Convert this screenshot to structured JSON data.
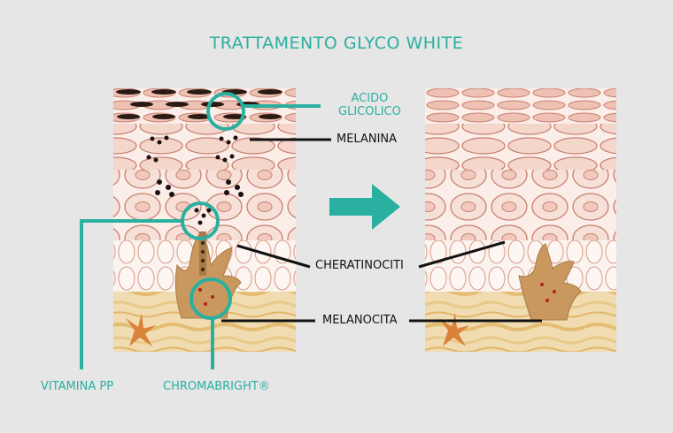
{
  "title": "TRATTAMENTO GLYCO WHITE",
  "labels": {
    "acido_line1": "ACIDO",
    "acido_line2": "GLICOLICO",
    "melanina": "MELANINA",
    "cheratinociti": "CHERATINOCITI",
    "melanocita": "MELANOCITA",
    "vitamina": "VITAMINA PP",
    "chromabright": "CHROMABRIGHT®"
  },
  "colors": {
    "teal": "#2ab0a0",
    "background": "#e6e6e6",
    "cell_fill": "#f0cfc3",
    "cell_stroke": "#c77f72",
    "melanocyte": "#c9985e",
    "dermis": "#f0dcb0"
  },
  "icons": [
    "arrow-right-icon",
    "highlight-circle-icon"
  ]
}
